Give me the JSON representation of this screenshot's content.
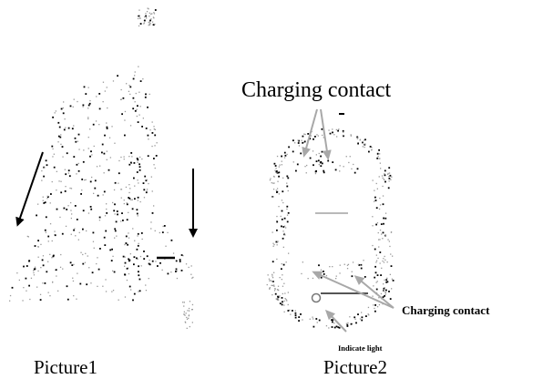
{
  "labels": {
    "charging_contact_top": "Charging contact",
    "charging_contact_right": "Charging contact",
    "indicate_light": "Indicate light",
    "picture1": "Picture1",
    "picture2": "Picture2"
  },
  "colors": {
    "ink": "#000000",
    "pointer_gray": "#a8a8a8",
    "speckle_gray": "#9a9a9a"
  }
}
